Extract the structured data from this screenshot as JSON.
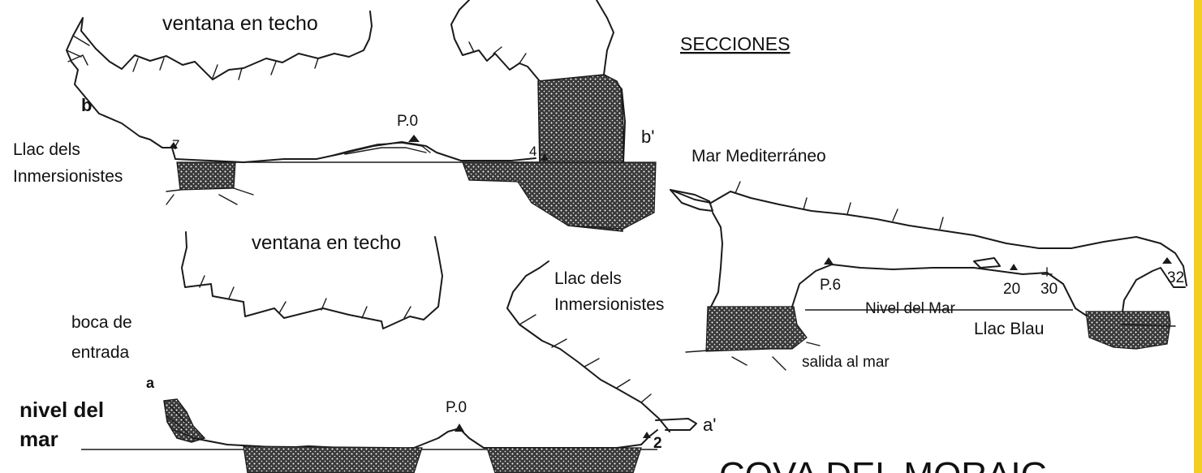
{
  "diagram": {
    "title": "SECCIONES",
    "footer_title": "COVA DEL MORAIG",
    "accent_stripe_color": "#f3cf24",
    "fill_color": "#3a3a3a",
    "labels": {
      "ventana_top": "ventana en techo",
      "b": "b",
      "b_prime": "b'",
      "p0_top": "P.0",
      "mar_mediterraneo": "Mar Mediterráneo",
      "llac_top_line1": "Llac dels",
      "llac_top_line2": "Inmersionistes",
      "st7": "7",
      "st4": "4",
      "ventana_mid": "ventana  en techo",
      "llac_mid_line1": "Llac dels",
      "llac_mid_line2": "Inmersionistes",
      "boca_line1": "boca de",
      "boca_line2": "entrada",
      "a": "a",
      "a_prime": "a'",
      "nivel_line1": "nivel del",
      "nivel_line2": "mar",
      "p0_bottom": "P.0",
      "st2": "2",
      "p6": "P.6",
      "st20": "20",
      "st30": "30",
      "st32": "32",
      "nivel_del_mar": "Nivel del Mar",
      "llac_blau": "Llac Blau",
      "salida": "salida al mar"
    }
  }
}
